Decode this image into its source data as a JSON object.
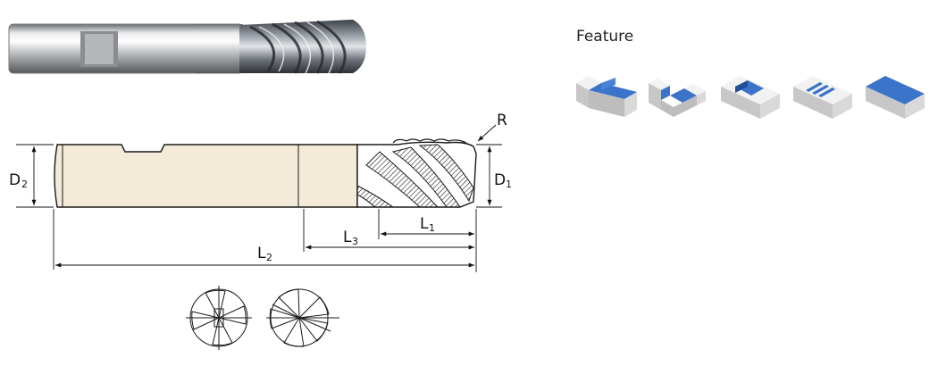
{
  "feature": {
    "title": "Feature",
    "icons": [
      "shoulder-milling-icon",
      "slotting-icon",
      "pocketing-icon",
      "multi-groove-icon",
      "face-milling-icon"
    ]
  },
  "dimensions": {
    "d2": "D",
    "d2_sub": "2",
    "d1": "D",
    "d1_sub": "1",
    "r": "R",
    "l1": "L",
    "l1_sub": "1",
    "l2": "L",
    "l2_sub": "2",
    "l3": "L",
    "l3_sub": "3"
  },
  "colors": {
    "accent": "#3a73c8",
    "shank": "#f4ead8",
    "outline": "#1a1a1a"
  }
}
